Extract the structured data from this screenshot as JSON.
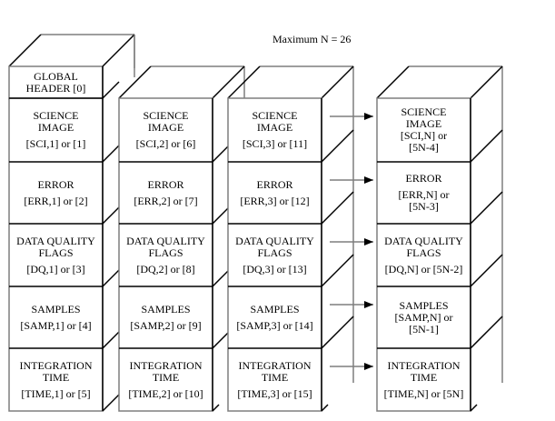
{
  "title": "Maximum N = 26",
  "global_header": {
    "lines": [
      "GLOBAL",
      "HEADER [0]"
    ]
  },
  "stacks": [
    {
      "id": "1",
      "cells": [
        {
          "name": "SCIENCE IMAGE",
          "lines": [
            "SCIENCE",
            "IMAGE"
          ],
          "ref": "[SCI,1] or [1]"
        },
        {
          "name": "ERROR",
          "lines": [
            "ERROR"
          ],
          "ref": "[ERR,1] or [2]"
        },
        {
          "name": "DATA QUALITY FLAGS",
          "lines": [
            "DATA QUALITY",
            "FLAGS"
          ],
          "ref": "[DQ,1] or [3]"
        },
        {
          "name": "SAMPLES",
          "lines": [
            "SAMPLES"
          ],
          "ref": "[SAMP,1] or [4]"
        },
        {
          "name": "INTEGRATION TIME",
          "lines": [
            "INTEGRATION",
            "TIME"
          ],
          "ref": "[TIME,1] or [5]"
        }
      ]
    },
    {
      "id": "2",
      "cells": [
        {
          "name": "SCIENCE IMAGE",
          "lines": [
            "SCIENCE",
            "IMAGE"
          ],
          "ref": "[SCI,2] or [6]"
        },
        {
          "name": "ERROR",
          "lines": [
            "ERROR"
          ],
          "ref": "[ERR,2] or [7]"
        },
        {
          "name": "DATA QUALITY FLAGS",
          "lines": [
            "DATA QUALITY",
            "FLAGS"
          ],
          "ref": "[DQ,2] or [8]"
        },
        {
          "name": "SAMPLES",
          "lines": [
            "SAMPLES"
          ],
          "ref": "[SAMP,2] or [9]"
        },
        {
          "name": "INTEGRATION TIME",
          "lines": [
            "INTEGRATION",
            "TIME"
          ],
          "ref": "[TIME,2] or [10]"
        }
      ]
    },
    {
      "id": "3",
      "cells": [
        {
          "name": "SCIENCE IMAGE",
          "lines": [
            "SCIENCE",
            "IMAGE"
          ],
          "ref": "[SCI,3] or [11]"
        },
        {
          "name": "ERROR",
          "lines": [
            "ERROR"
          ],
          "ref": "[ERR,3] or [12]"
        },
        {
          "name": "DATA QUALITY FLAGS",
          "lines": [
            "DATA QUALITY",
            "FLAGS"
          ],
          "ref": "[DQ,3] or [13]"
        },
        {
          "name": "SAMPLES",
          "lines": [
            "SAMPLES"
          ],
          "ref": "[SAMP,3] or [14]"
        },
        {
          "name": "INTEGRATION TIME",
          "lines": [
            "INTEGRATION",
            "TIME"
          ],
          "ref": "[TIME,3] or [15]"
        }
      ]
    },
    {
      "id": "N",
      "cells": [
        {
          "name": "SCIENCE IMAGE",
          "lines": [
            "SCIENCE",
            "IMAGE",
            "[SCI,N] or",
            "[5N-4]"
          ],
          "ref": ""
        },
        {
          "name": "ERROR",
          "lines": [
            "ERROR"
          ],
          "ref": "[ERR,N] or\n[5N-3]"
        },
        {
          "name": "DATA QUALITY FLAGS",
          "lines": [
            "DATA QUALITY",
            "FLAGS"
          ],
          "ref": "[DQ,N] or [5N-2]"
        },
        {
          "name": "SAMPLES",
          "lines": [
            "SAMPLES",
            "[SAMP,N] or",
            "[5N-1]"
          ],
          "ref": ""
        },
        {
          "name": "INTEGRATION TIME",
          "lines": [
            "INTEGRATION",
            "TIME"
          ],
          "ref": "[TIME,N] or [5N]"
        }
      ]
    }
  ],
  "colors": {
    "line": "#000000",
    "back_line": "#7f7f7f",
    "background": "#ffffff"
  }
}
